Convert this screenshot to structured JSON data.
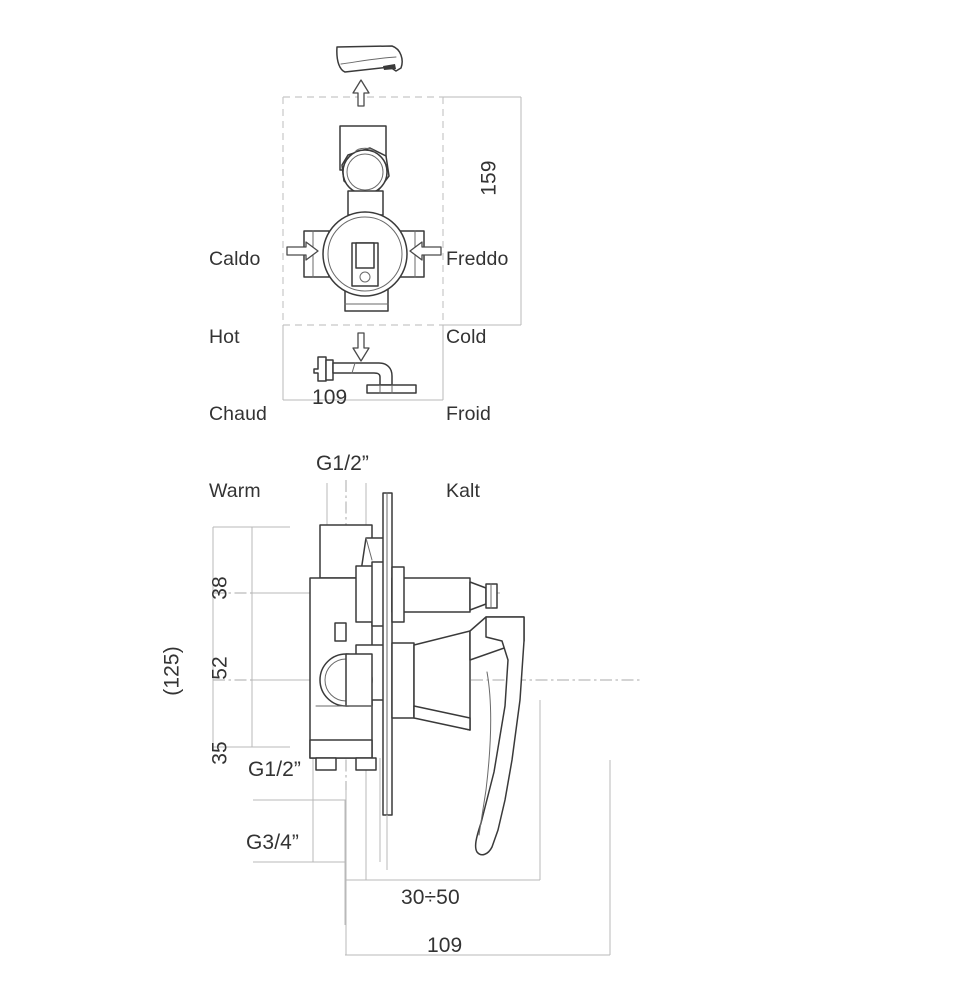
{
  "document": {
    "type": "technical-product-drawing",
    "subject": "Concealed shower mixer valve with diverter",
    "units": "mm"
  },
  "top_view": {
    "name": "function-schematic",
    "inlet_left": {
      "lines": [
        "Caldo",
        "Hot",
        "Chaud",
        "Warm"
      ],
      "arrow": "arrow-right"
    },
    "inlet_right": {
      "lines": [
        "Freddo",
        "Cold",
        "Froid",
        "Kalt"
      ],
      "arrow": "arrow-left"
    },
    "outlet_up": {
      "arrow": "arrow-up",
      "component": "spout-outlet"
    },
    "outlet_down": {
      "arrow": "arrow-down",
      "component": "shower-arm-outlet",
      "dimension": "109"
    },
    "height_dimension": "159"
  },
  "side_view": {
    "name": "section-elevation",
    "vertical_dimensions": {
      "overall": "(125)",
      "segments": [
        "38",
        "52",
        "35"
      ]
    },
    "port_labels": {
      "top": "G1/2”",
      "middle": "G1/2”",
      "bottom": "G3/4”"
    },
    "horizontal_dimensions": {
      "wall_depth_range": "30÷50",
      "overall_width": "109"
    }
  },
  "style": {
    "ink": "#333333",
    "outline": "#3a3a3a",
    "thin_line": "#b9b9b9",
    "dash_line": "#cccccc",
    "center_line": "#a8a8a8",
    "background": "#ffffff"
  }
}
